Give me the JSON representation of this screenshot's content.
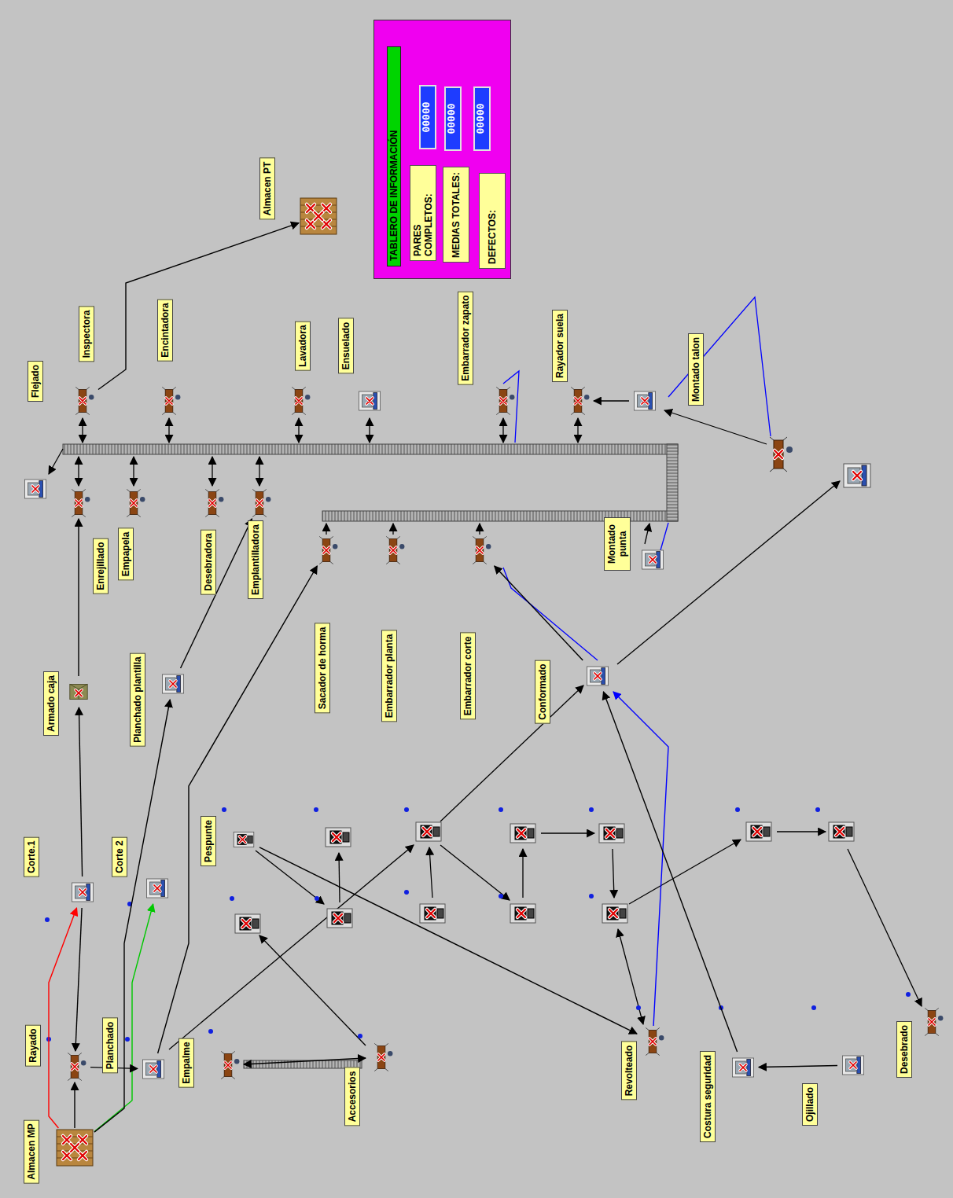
{
  "diagram": {
    "nodes": [
      {
        "text": [
          "Almacen MP"
        ]
      },
      {
        "text": [
          "Rayado"
        ]
      },
      {
        "text": [
          "Planchado"
        ]
      },
      {
        "text": [
          "Empalme"
        ]
      },
      {
        "text": [
          "Accesorios"
        ]
      },
      {
        "text": [
          "Corte.1"
        ]
      },
      {
        "text": [
          "Corte 2"
        ]
      },
      {
        "text": [
          "Pespunte"
        ]
      },
      {
        "text": [
          "Revolteado"
        ]
      },
      {
        "text": [
          "Costura seguridad"
        ]
      },
      {
        "text": [
          "Ojillado"
        ]
      },
      {
        "text": [
          "Desebrado"
        ]
      },
      {
        "text": [
          "Armado caja"
        ]
      },
      {
        "text": [
          "Planchado plantilla"
        ]
      },
      {
        "text": [
          "Sacador de horma"
        ]
      },
      {
        "text": [
          "Embarrador planta"
        ]
      },
      {
        "text": [
          "Embarrador corte"
        ]
      },
      {
        "text": [
          "Conformado"
        ]
      },
      {
        "text": [
          "Montado punta"
        ]
      },
      {
        "text": [
          "Enrejillado"
        ]
      },
      {
        "text": [
          "Empapela"
        ]
      },
      {
        "text": [
          "Desebradora"
        ]
      },
      {
        "text": [
          "Emplantilladora"
        ]
      },
      {
        "text": [
          "Flejado"
        ]
      },
      {
        "text": [
          "Inspectora"
        ]
      },
      {
        "text": [
          "Encintadora"
        ]
      },
      {
        "text": [
          "Lavadora"
        ]
      },
      {
        "text": [
          "Ensuelado"
        ]
      },
      {
        "text": [
          "Embarrador zapato"
        ]
      },
      {
        "text": [
          "Rayador suela"
        ]
      },
      {
        "text": [
          "Montado talon"
        ]
      },
      {
        "text": [
          "Almacen PT"
        ]
      },
      {
        "text": [
          "TABLERO DE INFORMACIÓN"
        ]
      },
      {
        "text": [
          "PARES COMPLETOS:"
        ],
        "in": 32
      },
      {
        "text": [
          "00000"
        ],
        "in": 32
      },
      {
        "text": [
          "MEDIAS TOTALES:"
        ],
        "in": 32
      },
      {
        "text": [
          "00000"
        ],
        "in": 32
      },
      {
        "text": [
          "DEFECTOS:"
        ],
        "in": 32
      },
      {
        "text": [
          "00000"
        ],
        "in": 32
      }
    ],
    "edges": [
      {
        "from": 0,
        "to": 5,
        "arrow": "to"
      },
      {
        "from": 0,
        "to": 6,
        "arrow": "to"
      },
      {
        "from": 0,
        "to": 1,
        "arrow": "to"
      },
      {
        "from": 5,
        "to": 1,
        "arrow": "to"
      },
      {
        "from": 5,
        "to": 12,
        "arrow": "to"
      },
      {
        "from": 1,
        "to": 2,
        "arrow": "to"
      },
      {
        "from": 0,
        "to": 13,
        "arrow": "to"
      },
      {
        "from": 13,
        "to": 22,
        "arrow": "to"
      },
      {
        "from": 2,
        "to": 14,
        "arrow": "to"
      },
      {
        "from": 3,
        "to": 4,
        "arrow": "both"
      },
      {
        "from": 7,
        "to": 8,
        "arrow": "to"
      },
      {
        "from": 8,
        "to": 17,
        "arrow": "to"
      },
      {
        "from": 9,
        "to": 17,
        "arrow": "to"
      },
      {
        "from": 10,
        "to": 9,
        "arrow": "to"
      },
      {
        "from": 17,
        "to": 16,
        "arrow": "to"
      },
      {
        "from": 30,
        "to": 29,
        "arrow": "to"
      },
      {
        "from": 12,
        "to": 19,
        "arrow": "to"
      },
      {
        "from": 24,
        "to": 31,
        "arrow": "to"
      }
    ]
  }
}
